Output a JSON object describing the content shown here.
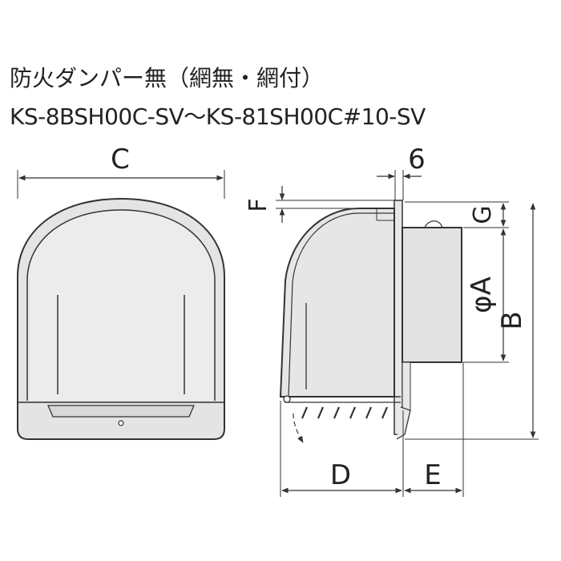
{
  "header": {
    "title_line1": "防火ダンパー無（網無・網付）",
    "title_line2": "KS-8BSH00C-SV～KS-81SH00C#10-SV"
  },
  "dimensions": {
    "C": "C",
    "six": "6",
    "F": "F",
    "G": "G",
    "phiA": "φA",
    "B": "B",
    "D": "D",
    "E": "E"
  },
  "colors": {
    "line": "#333333",
    "body_fill": "#e6e6e6",
    "body_light": "#f0f0f0"
  }
}
